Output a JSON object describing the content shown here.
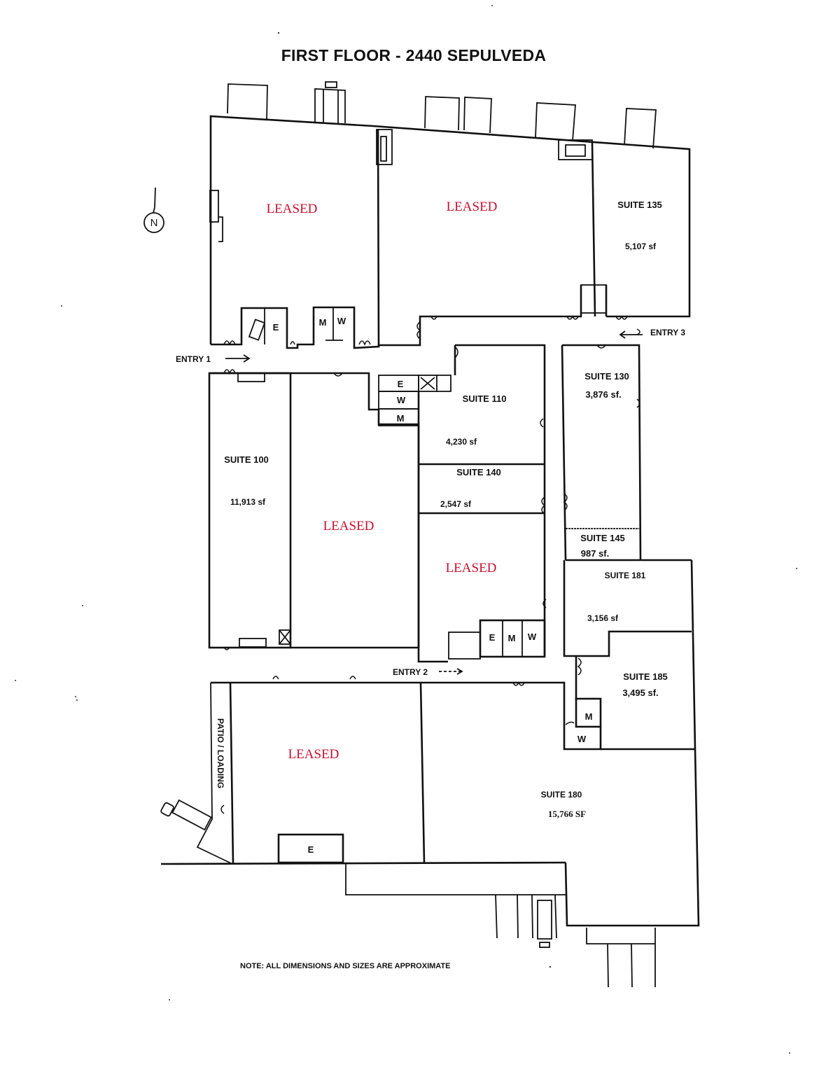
{
  "title": "FIRST FLOOR - 2440 SEPULVEDA",
  "compass": {
    "label": "N",
    "icon": "north-arrow-icon"
  },
  "colors": {
    "leased": "#c8102e",
    "lines": "#111111"
  },
  "entries": [
    {
      "id": "entry-1",
      "label": "ENTRY 1"
    },
    {
      "id": "entry-2",
      "label": "ENTRY 2"
    },
    {
      "id": "entry-3",
      "label": "ENTRY 3"
    }
  ],
  "spaces": {
    "leased_nw": {
      "status": "LEASED"
    },
    "leased_n": {
      "status": "LEASED"
    },
    "suite_135": {
      "name": "SUITE 135",
      "area": "5,107 sf"
    },
    "suite_100": {
      "name": "SUITE 100",
      "area": "11,913 sf"
    },
    "leased_center": {
      "status": "LEASED"
    },
    "suite_110": {
      "name": "SUITE 110",
      "area": "4,230 sf"
    },
    "suite_140": {
      "name": "SUITE 140",
      "area": "2,547 sf"
    },
    "leased_mid": {
      "status": "LEASED"
    },
    "suite_130": {
      "name": "SUITE 130",
      "area": "3,876 sf."
    },
    "suite_145": {
      "name": "SUITE 145",
      "area": "987 sf."
    },
    "suite_181": {
      "name": "SUITE 181",
      "area": "3,156 sf"
    },
    "suite_185": {
      "name": "SUITE 185",
      "area": "3,495 sf."
    },
    "leased_sw": {
      "status": "LEASED"
    },
    "suite_180": {
      "name": "SUITE 180",
      "area": "15,766 SF"
    }
  },
  "utility_rooms": {
    "e1": "E",
    "m1": "M",
    "w1": "W",
    "e2": "E",
    "w2": "W",
    "m2": "M",
    "e3": "E",
    "m3": "M",
    "w3": "W",
    "m4": "M",
    "w4": "W",
    "e4": "E"
  },
  "patio_label": "PATIO / LOADING",
  "note": "NOTE: ALL DIMENSIONS AND SIZES ARE APPROXIMATE"
}
